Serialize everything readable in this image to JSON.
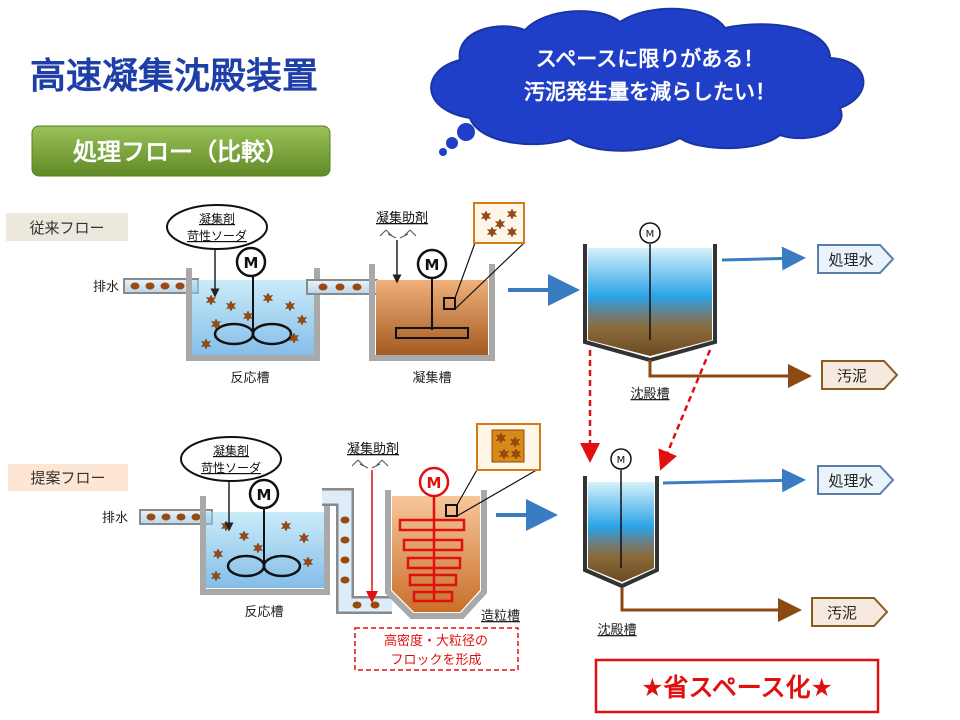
{
  "title": "高速凝集沈殿装置",
  "subtitle": "処理フロー（比較）",
  "cloud": {
    "line1": "スペースに限りがある！",
    "line2": "汚泥発生量を減らしたい！"
  },
  "conventional": {
    "label": "従来フロー",
    "drain": "排水",
    "chem1_line1": "凝集剤",
    "chem1_line2": "苛性ソーダ",
    "chem2": "凝集助剤",
    "motor": "M",
    "reaction_tank": "反応槽",
    "coag_tank": "凝集槽",
    "settling_tank": "沈殿槽",
    "treated_water": "処理水",
    "sludge": "汚泥"
  },
  "proposed": {
    "label": "提案フロー",
    "drain": "排水",
    "chem1_line1": "凝集剤",
    "chem1_line2": "苛性ソーダ",
    "chem2": "凝集助剤",
    "motor": "M",
    "reaction_tank": "反応槽",
    "gran_tank": "造粒槽",
    "settling_tank": "沈殿槽",
    "treated_water": "処理水",
    "sludge": "汚泥",
    "note_line1": "高密度・大粒径の",
    "note_line2": "フロックを形成"
  },
  "footer": "★省スペース化★",
  "colors": {
    "title": "#1f3fa8",
    "cloud": "#1f3fc8",
    "accent_red": "#e01010",
    "sludge_brown": "#8b5a1e"
  }
}
